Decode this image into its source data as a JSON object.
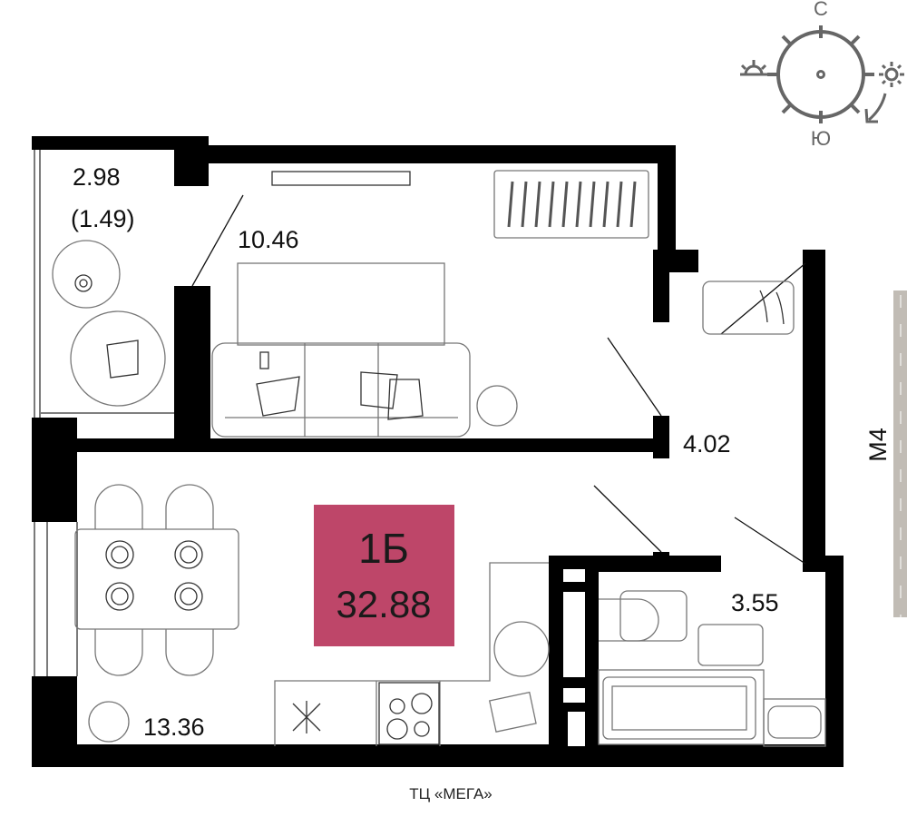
{
  "apartment": {
    "type_label": "1Б",
    "total_area": "32.88",
    "badge_color": "#BE4669"
  },
  "rooms": {
    "balcony_area": "2.98",
    "balcony_area_reduced": "(1.49)",
    "bedroom_area": "10.46",
    "hallway_area": "4.02",
    "bathroom_area": "3.55",
    "kitchen_living_area": "13.36"
  },
  "compass": {
    "north": "С",
    "south": "Ю"
  },
  "surroundings": {
    "road_label": "М4",
    "bottom_label": "ТЦ «МЕГА»",
    "road_color": "#C1BCB5"
  }
}
